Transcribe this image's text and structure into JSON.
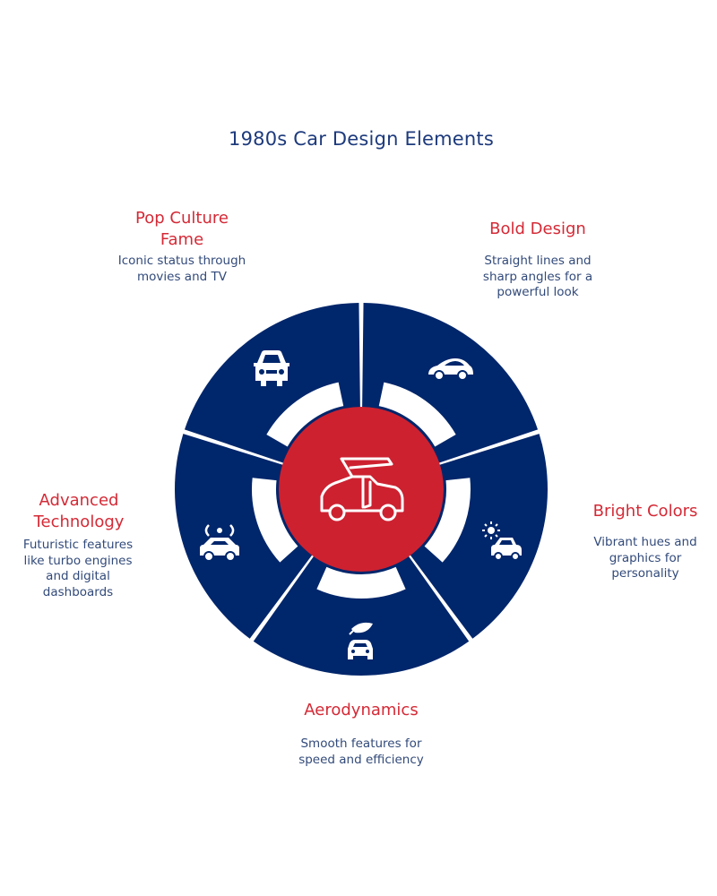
{
  "title": "1980s Car Design Elements",
  "colors": {
    "ring": "#00266b",
    "center": "#cd2130",
    "title_text": "#1d3a7c",
    "item_title": "#d42a36",
    "item_text": "#324a7a",
    "icon": "#ffffff"
  },
  "center_icon": "gull-wing-car-icon",
  "items": [
    {
      "title": "Pop Culture Fame",
      "description": "Iconic status through movies and TV",
      "icon": "car-front-icon"
    },
    {
      "title": "Bold Design",
      "description": "Straight lines and sharp angles for a powerful look",
      "icon": "sports-car-icon"
    },
    {
      "title": "Bright Colors",
      "description": "Vibrant hues and graphics for personality",
      "icon": "sun-car-icon"
    },
    {
      "title": "Aerodynamics",
      "description": "Smooth features for speed and efficiency",
      "icon": "leaf-car-icon"
    },
    {
      "title": "Advanced Technology",
      "description": "Futuristic features like turbo engines and digital dashboards",
      "icon": "signal-car-icon"
    }
  ]
}
